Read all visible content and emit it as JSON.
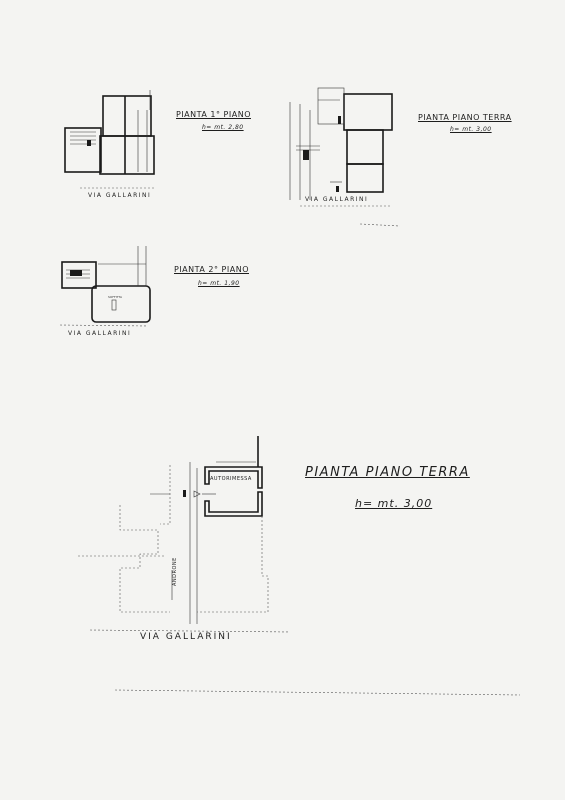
{
  "plans": {
    "first_floor": {
      "title": "PIANTA 1° PIANO",
      "height": "h= mt. 2,80",
      "street": "VIA GALLARINI"
    },
    "ground_floor_small": {
      "title": "PIANTA PIANO TERRA",
      "height": "h= mt. 3,00",
      "street": "VIA GALLARINI"
    },
    "second_floor": {
      "title": "PIANTA 2° PIANO",
      "height": "h= mt. 1,90",
      "street": "VIA GALLARINI",
      "room": "SOFFITTA"
    },
    "ground_floor_large": {
      "title": "PIANTA PIANO TERRA",
      "height": "h= mt. 3,00",
      "street": "VIA GALLARINI",
      "room": "AUTORIMESSA",
      "passage": "ANDRONE"
    }
  }
}
